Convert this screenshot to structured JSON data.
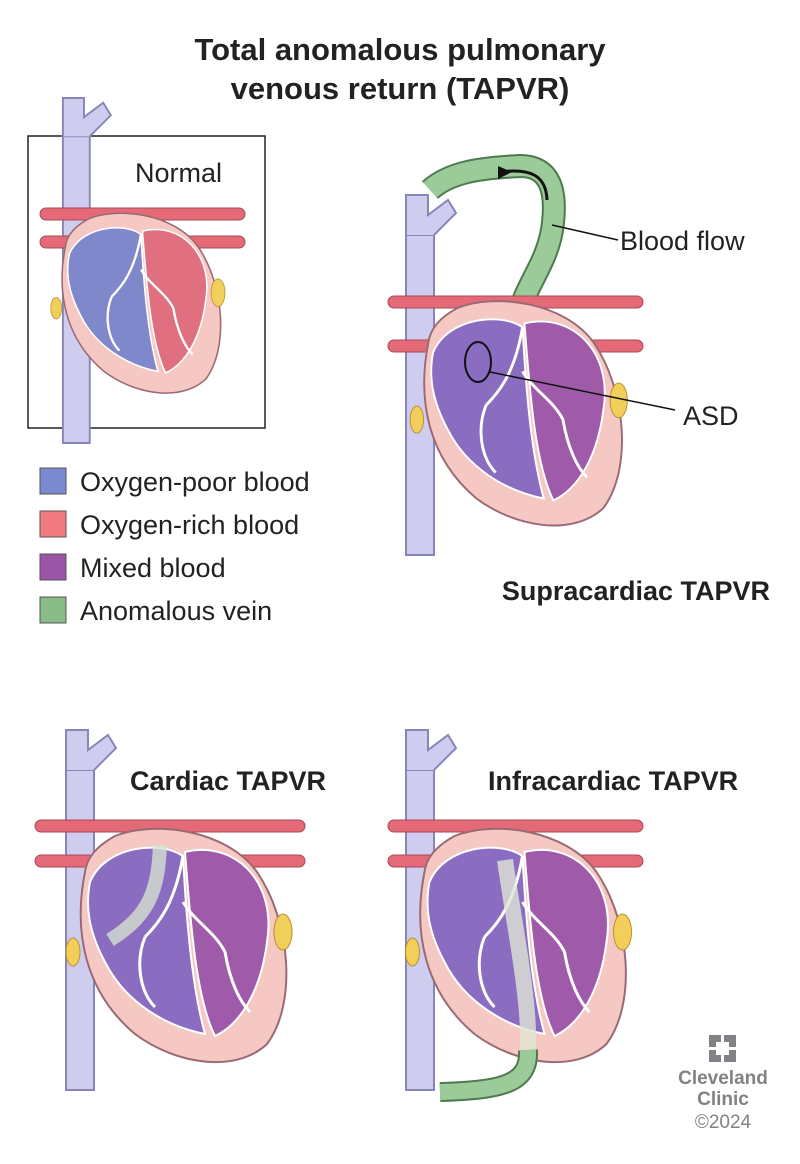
{
  "title": {
    "line1": "Total anomalous pulmonary",
    "line2": "venous return (TAPVR)"
  },
  "panels": {
    "normal": {
      "label": "Normal"
    },
    "supracardiac": {
      "label": "Supracardiac TAPVR",
      "callouts": {
        "blood_flow": "Blood flow",
        "asd": "ASD"
      }
    },
    "cardiac": {
      "label": "Cardiac TAPVR"
    },
    "infracardiac": {
      "label": "Infracardiac TAPVR"
    }
  },
  "legend": [
    {
      "label": "Oxygen-poor blood",
      "color": "#7b8ad0"
    },
    {
      "label": "Oxygen-rich blood",
      "color": "#f07a7e"
    },
    {
      "label": "Mixed blood",
      "color": "#9a55a8"
    },
    {
      "label": "Anomalous vein",
      "color": "#88bb88"
    }
  ],
  "logo": {
    "line1": "Cleveland",
    "line2": "Clinic",
    "copyright": "©2024"
  }
}
